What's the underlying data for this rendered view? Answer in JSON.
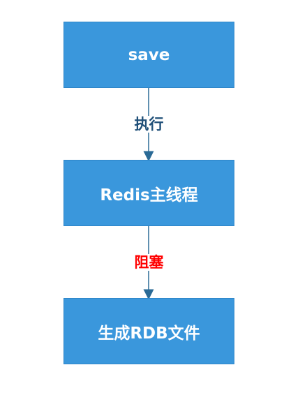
{
  "diagram": {
    "nodes": [
      {
        "label": "save"
      },
      {
        "label": "Redis主线程"
      },
      {
        "label": "生成RDB文件"
      }
    ],
    "edges": [
      {
        "label": "执行",
        "color": "#1f4f78"
      },
      {
        "label": "阻塞",
        "color": "#ff0000"
      }
    ],
    "colors": {
      "node_fill": "#3a97dc",
      "node_text": "#ffffff",
      "connector": "#2a6a96"
    }
  }
}
